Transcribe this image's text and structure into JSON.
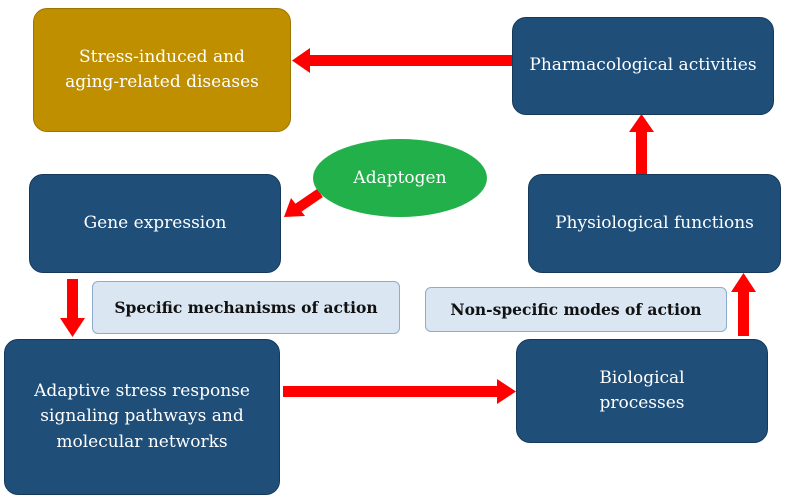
{
  "nodes": {
    "diseases": "Stress-induced and\naging-related diseases",
    "pharmacological": "Pharmacological activities",
    "adaptogen": "Adaptogen",
    "gene_expression": "Gene expression",
    "physiological": "Physiological functions",
    "adaptive": "Adaptive stress response\nsignaling pathways and\nmolecular networks",
    "biological": "Biological\nprocesses"
  },
  "labels": {
    "specific": "Specific mechanisms of action",
    "nonspecific": "Non-specific modes of action"
  },
  "colors": {
    "box": "#1f4e79",
    "disease_box": "#bf8f00",
    "oval": "#22b04b",
    "arrow": "#ff0000",
    "label_fill": "#dae6f2"
  }
}
